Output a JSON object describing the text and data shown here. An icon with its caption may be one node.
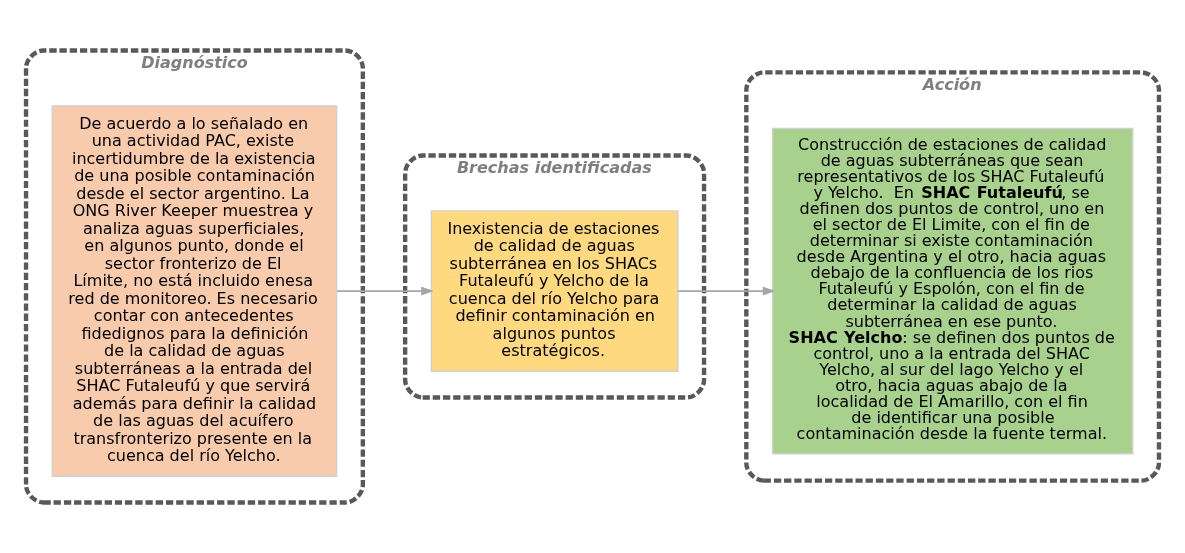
{
  "diagram": {
    "nodes": [
      {
        "text": [
          "Diagnóstico"
        ]
      },
      {
        "text": [
          "De acuerdo a lo señalado en una actividad PAC, existe incertidumbre de la existencia de una posible contaminación desde el sector argentino. La ONG River Keeper muestrea y analiza aguas superficiales, en algunos punto, donde el sector fronterizo de El Límite, no está incluido enesa red de monitoreo. Es necesario contar con antecedentes fidedignos para la definición de la calidad de aguas subterráneas a la entrada del SHAC Futaleufú y que servirá además para definir la calidad de las aguas del acuífero transfronterizo presente en la cuenca del río Yelcho."
        ],
        "in": 0
      },
      {
        "text": [
          "Brechas identificadas"
        ]
      },
      {
        "text": [
          "Inexistencia de estaciones de calidad de aguas subterránea en los SHACs Futaleufú y Yelcho de la cuenca del río Yelcho para definir contaminación en algunos puntos estratégicos."
        ],
        "in": 2
      },
      {
        "text": [
          "Acción"
        ]
      },
      {
        "text": [
          "Construcción de estaciones de calidad de aguas subterráneas que sean representativos de los SHAC Futaleufú y Yelcho.  En **SHAC Futaleufú**, se definen dos puntos de control, uno en el sector de El Limite, con el fin de determinar si existe contaminación desde Argentina y el otro, hacia aguas debajo de la confluencia de los rios Futaleufú y Espolón, con el fin de determinar la calidad de aguas subterránea en ese punto.",
          "**SHAC Yelcho**: se definen dos puntos de control, uno a la entrada del SHAC Yelcho, al sur del lago Yelcho y el otro, hacia aguas abajo de la localidad de El Amarillo, con el fin de identificar una posible contaminación desde la fuente termal."
        ],
        "in": 4
      }
    ],
    "edges": [
      {
        "from": 1,
        "to": 3,
        "arrow": "to"
      },
      {
        "from": 3,
        "to": 5,
        "arrow": "to"
      }
    ]
  }
}
